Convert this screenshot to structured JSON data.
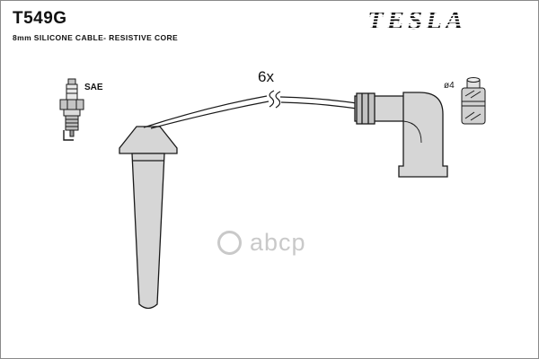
{
  "page": {
    "part_number": "T549G",
    "subtitle": "8mm SILICONE CABLE- RESISTIVE CORE",
    "brand": "TESLA"
  },
  "diagram": {
    "spark_plug_label": "SAE",
    "quantity_label": "6x",
    "diameter_label": "ø4"
  },
  "watermark": {
    "text": "abcp"
  },
  "colors": {
    "outline": "#1a1a1a",
    "part_fill": "#d6d6d6",
    "watermark": "#c9c9c9"
  }
}
